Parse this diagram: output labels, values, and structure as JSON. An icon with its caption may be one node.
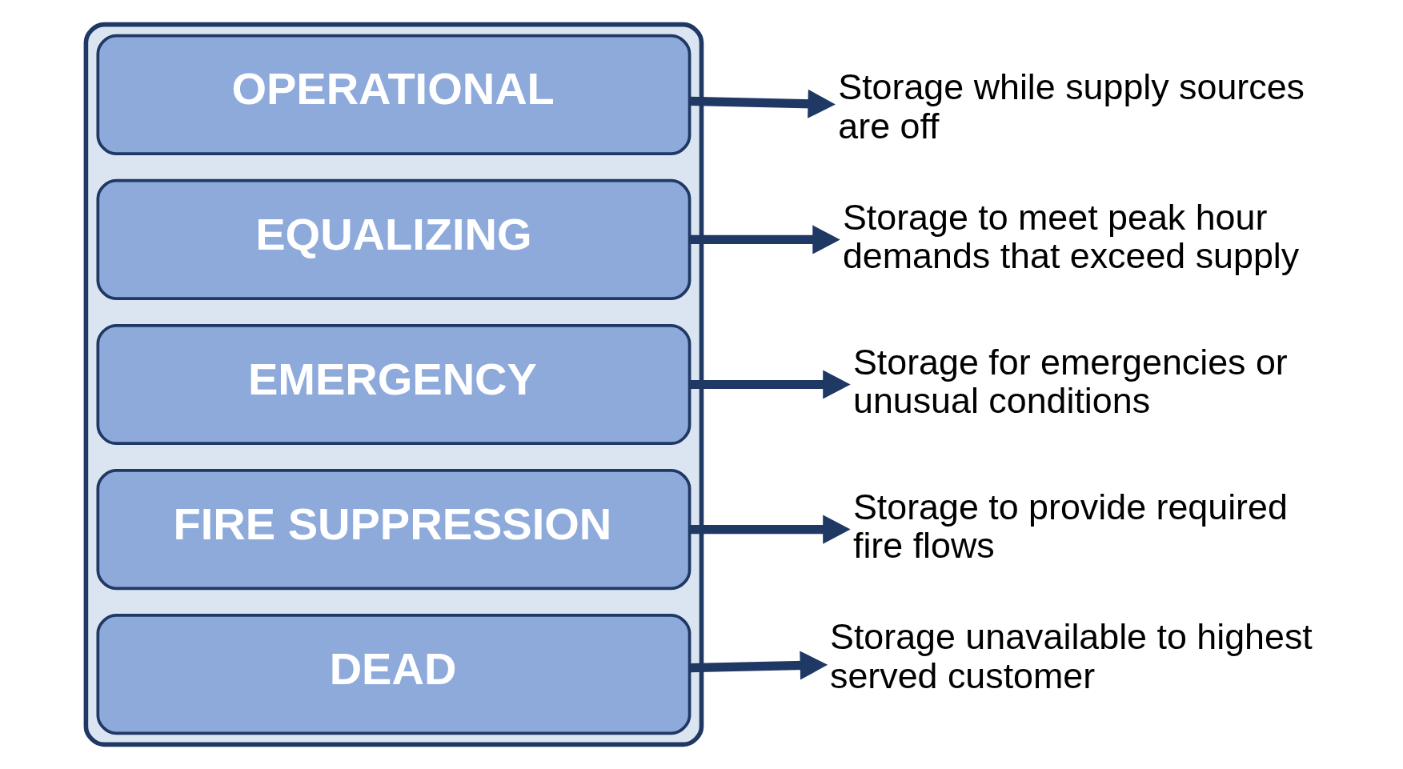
{
  "diagram": {
    "nodes": [
      {
        "text": [],
        "shape": "cylinder"
      },
      {
        "text": [
          "OPERATIONAL"
        ],
        "in": 0
      },
      {
        "text": [
          "EQUALIZING"
        ],
        "in": 0
      },
      {
        "text": [
          "EMERGENCY"
        ],
        "in": 0
      },
      {
        "text": [
          "FIRE SUPPRESSION"
        ],
        "in": 0
      },
      {
        "text": [
          "DEAD"
        ],
        "in": 0
      },
      {
        "text": [
          "Storage while supply sources are off"
        ]
      },
      {
        "text": [
          "Storage to meet peak hour demands that exceed supply"
        ]
      },
      {
        "text": [
          "Storage for emergencies or unusual conditions"
        ]
      },
      {
        "text": [
          "Storage to provide required fire flows"
        ]
      },
      {
        "text": [
          "Storage unavailable to highest served customer"
        ]
      }
    ],
    "edges": [
      {
        "from": 1,
        "to": 6,
        "arrow": "to"
      },
      {
        "from": 2,
        "to": 7,
        "arrow": "to"
      },
      {
        "from": 3,
        "to": 8,
        "arrow": "to"
      },
      {
        "from": 4,
        "to": 9,
        "arrow": "to"
      },
      {
        "from": 5,
        "to": 10,
        "arrow": "to"
      }
    ]
  }
}
